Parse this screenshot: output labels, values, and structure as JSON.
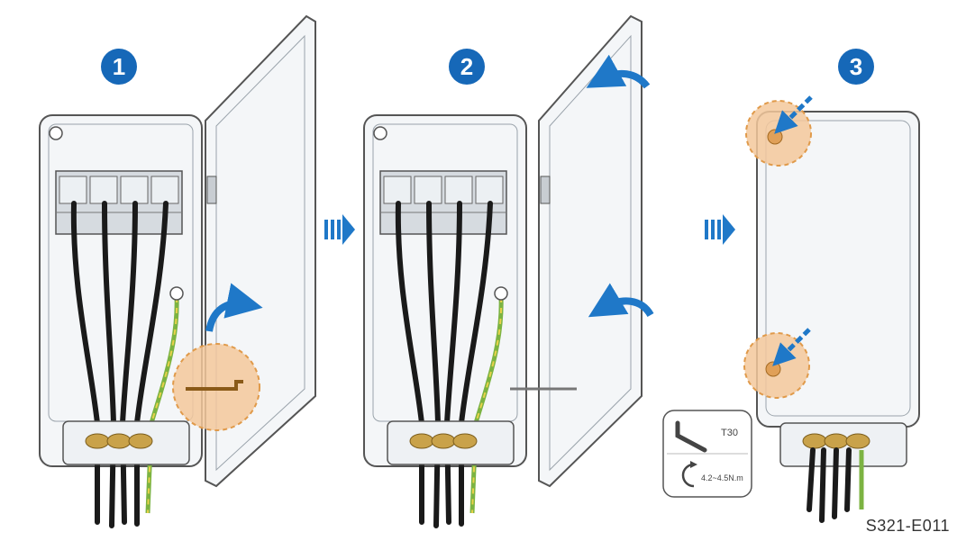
{
  "steps": [
    {
      "number": "1"
    },
    {
      "number": "2"
    },
    {
      "number": "3"
    }
  ],
  "tool": {
    "bit": "T30",
    "torque": "4.2~4.5N.m",
    "icons": [
      "allen-key-icon",
      "rotate-clockwise-icon"
    ]
  },
  "figure_code": "S321-E011",
  "colors": {
    "step_badge": "#1668b8",
    "arrow_blue": "#1f78c8",
    "highlight": "#f3c89b",
    "highlight_stroke": "#e09a4a",
    "cable": "#1a1a1a",
    "ground_green": "#7cb342",
    "ground_yellow": "#e8d24a",
    "gland": "#c9a24a",
    "outline": "#555555",
    "panel_fill": "#f4f6f8"
  }
}
